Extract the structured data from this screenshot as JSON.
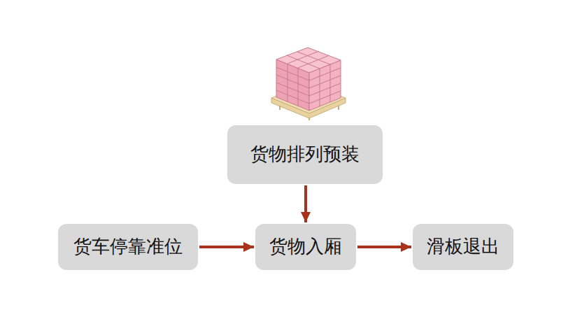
{
  "diagram": {
    "nodes": [
      {
        "text": [
          "货物排列预装"
        ]
      },
      {
        "text": [
          "货车停靠准位"
        ]
      },
      {
        "text": [
          "货物入厢"
        ]
      },
      {
        "text": [
          "滑板退出"
        ]
      }
    ],
    "edges": [
      {
        "from": 0,
        "to": 2,
        "arrow": "to"
      },
      {
        "from": 1,
        "to": 2,
        "arrow": "to"
      },
      {
        "from": 2,
        "to": 3,
        "arrow": "to"
      }
    ]
  }
}
